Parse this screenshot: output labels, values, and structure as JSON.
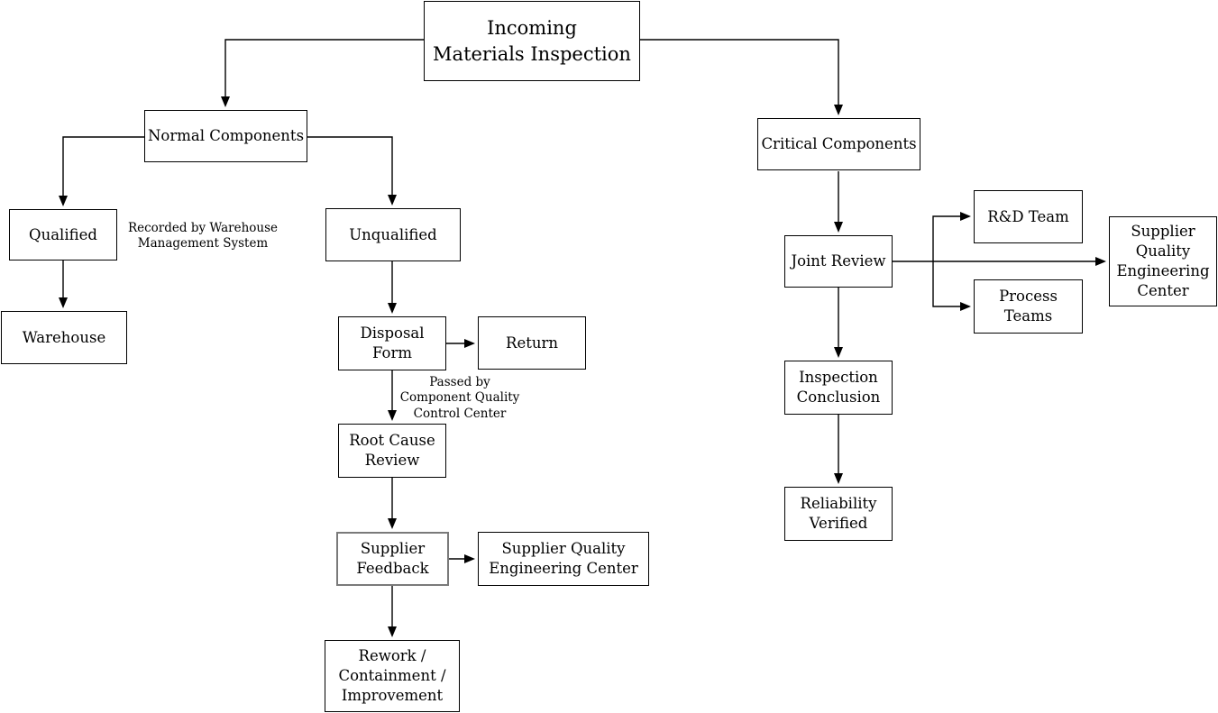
{
  "diagram": {
    "type": "flowchart",
    "background": "#ffffff",
    "line_color": "#000000",
    "box_border_color": "#000000",
    "highlight_border_color": "#7a7a7a"
  },
  "nodes": {
    "title": {
      "label": "Incoming\nMaterials Inspection"
    },
    "normal_components": {
      "label": "Normal Components"
    },
    "critical_components": {
      "label": "Critical Components"
    },
    "qualified": {
      "label": "Qualified"
    },
    "unqualified": {
      "label": "Unqualified"
    },
    "warehouse": {
      "label": "Warehouse"
    },
    "disposal_form": {
      "label": "Disposal\nForm"
    },
    "return": {
      "label": "Return"
    },
    "root_cause_review": {
      "label": "Root Cause\nReview"
    },
    "supplier_feedback": {
      "label": "Supplier\nFeedback"
    },
    "sqec_mid": {
      "label": "Supplier Quality\nEngineering Center"
    },
    "rework": {
      "label": "Rework /\nContainment /\nImprovement"
    },
    "joint_review": {
      "label": "Joint Review"
    },
    "rd_team": {
      "label": "R&D Team"
    },
    "process_teams": {
      "label": "Process\nTeams"
    },
    "sqec_right": {
      "label": "Supplier\nQuality\nEngineering\nCenter"
    },
    "inspection_conclusion": {
      "label": "Inspection\nConclusion"
    },
    "reliability_verified": {
      "label": "Reliability\nVerified"
    }
  },
  "annotations": {
    "recorded_by": "Recorded by Warehouse\nManagement System",
    "passed_by": "Passed by\nComponent Quality\nControl Center"
  }
}
